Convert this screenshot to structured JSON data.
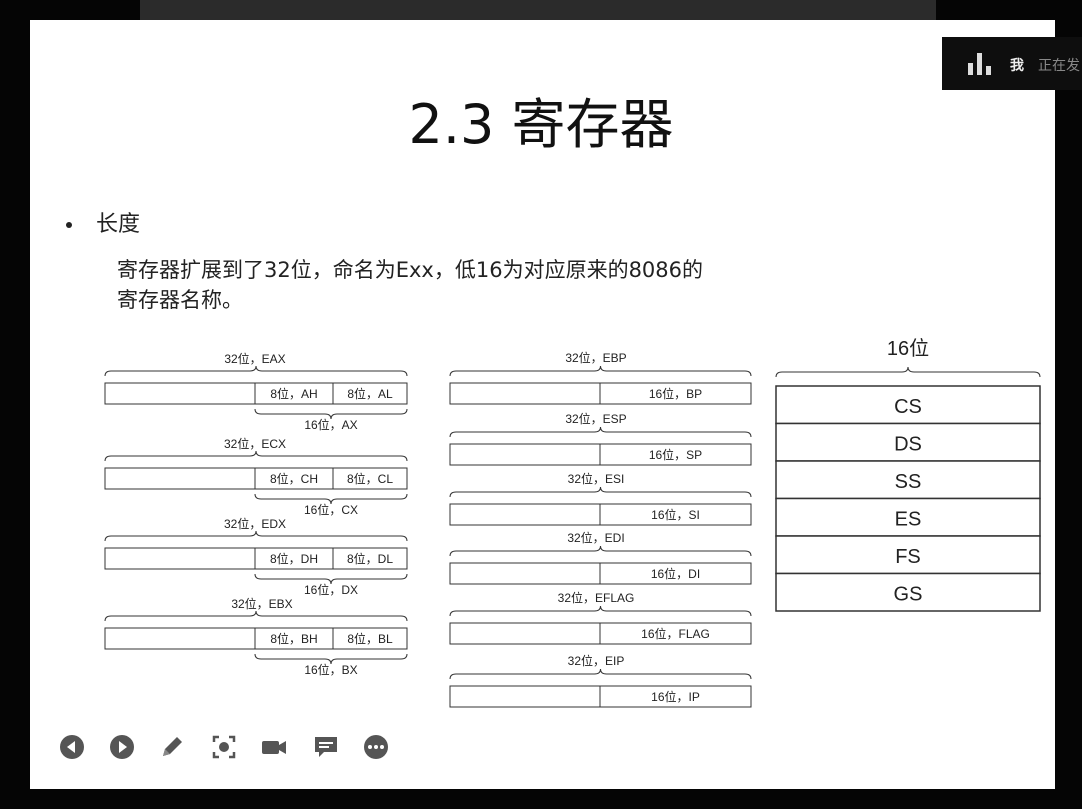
{
  "slide": {
    "title": "2.3 寄存器",
    "bullet": "长度",
    "description_line1": "寄存器扩展到了32位，命名为Exx，低16为对应原来的8086的",
    "description_line2": "寄存器名称。"
  },
  "general_registers": [
    {
      "name32": "32位，EAX",
      "high8": "8位，AH",
      "low8": "8位，AL",
      "name16": "16位，AX"
    },
    {
      "name32": "32位，ECX",
      "high8": "8位，CH",
      "low8": "8位，CL",
      "name16": "16位，CX"
    },
    {
      "name32": "32位，EDX",
      "high8": "8位，DH",
      "low8": "8位，DL",
      "name16": "16位，DX"
    },
    {
      "name32": "32位，EBX",
      "high8": "8位，BH",
      "low8": "8位，BL",
      "name16": "16位，BX"
    }
  ],
  "pointer_registers": [
    {
      "name32": "32位，EBP",
      "name16": "16位，BP"
    },
    {
      "name32": "32位，ESP",
      "name16": "16位，SP"
    },
    {
      "name32": "32位，ESI",
      "name16": "16位，SI"
    },
    {
      "name32": "32位，EDI",
      "name16": "16位，DI"
    },
    {
      "name32": "32位，EFLAG",
      "name16": "16位，FLAG"
    },
    {
      "name32": "32位，EIP",
      "name16": "16位，IP"
    }
  ],
  "segment_registers": {
    "header": "16位",
    "names": [
      "CS",
      "DS",
      "SS",
      "ES",
      "FS",
      "GS"
    ]
  },
  "speaker": {
    "icon": "audio-bars-icon",
    "user": "我",
    "status": "正在发"
  },
  "toolbar": [
    {
      "name": "previous-icon"
    },
    {
      "name": "next-icon"
    },
    {
      "name": "pen-icon"
    },
    {
      "name": "laser-pointer-icon"
    },
    {
      "name": "camera-icon"
    },
    {
      "name": "comment-icon"
    },
    {
      "name": "more-icon"
    }
  ]
}
